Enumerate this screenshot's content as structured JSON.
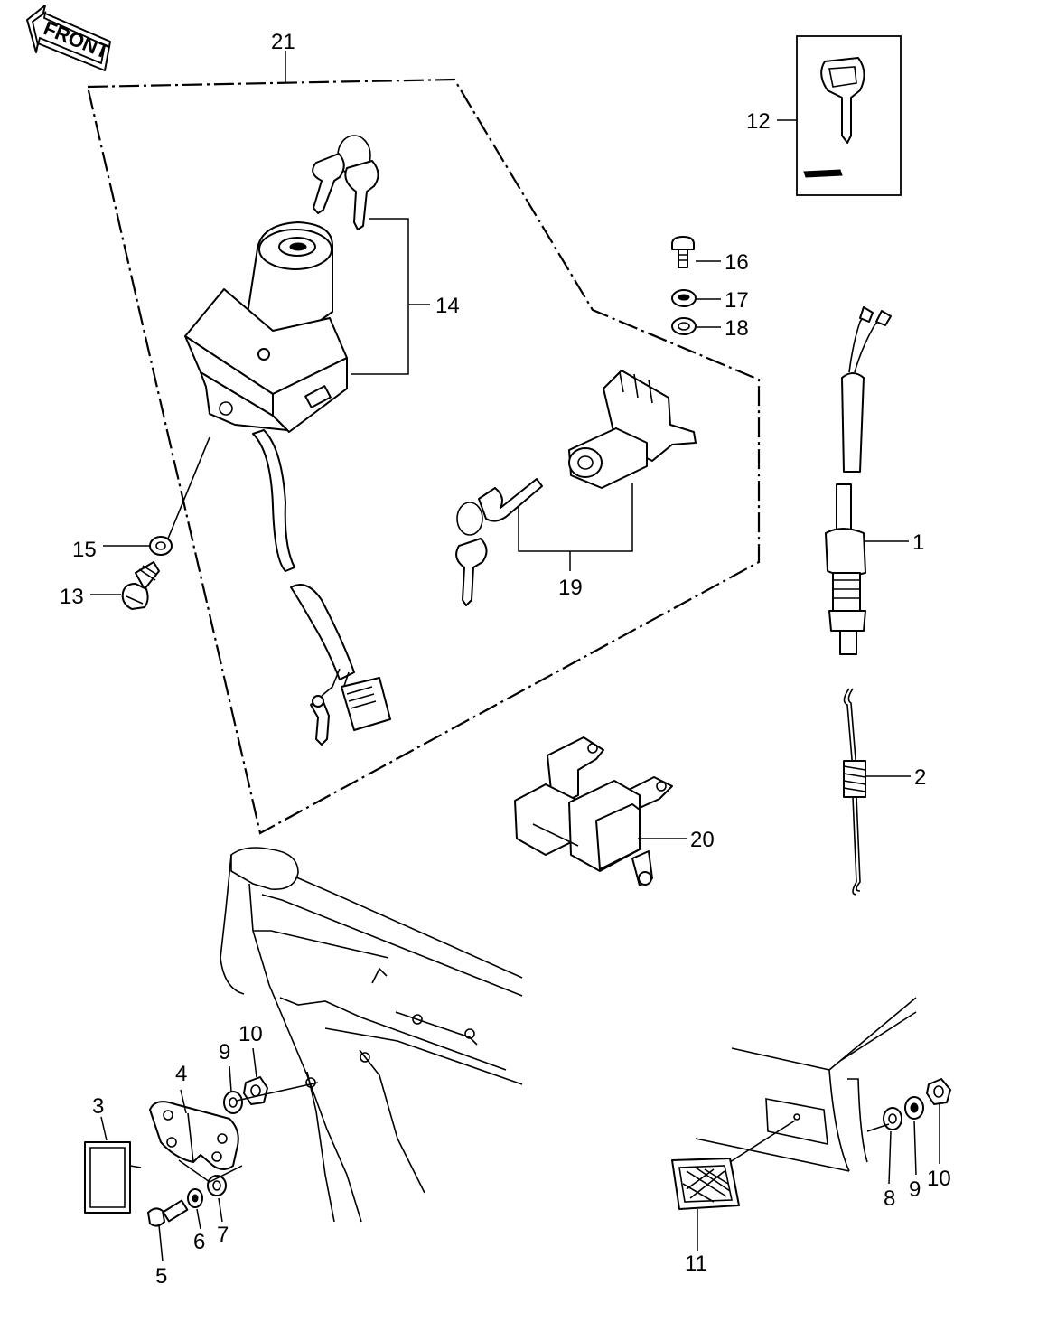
{
  "front_label": "FRONT",
  "callouts": {
    "c1": "1",
    "c2": "2",
    "c3": "3",
    "c4": "4",
    "c5": "5",
    "c6": "6",
    "c7": "7",
    "c8": "8",
    "c9a": "9",
    "c9b": "9",
    "c10a": "10",
    "c10b": "10",
    "c11": "11",
    "c12": "12",
    "c13": "13",
    "c14": "14",
    "c15": "15",
    "c16": "16",
    "c17": "17",
    "c18": "18",
    "c19": "19",
    "c20": "20",
    "c21": "21"
  }
}
